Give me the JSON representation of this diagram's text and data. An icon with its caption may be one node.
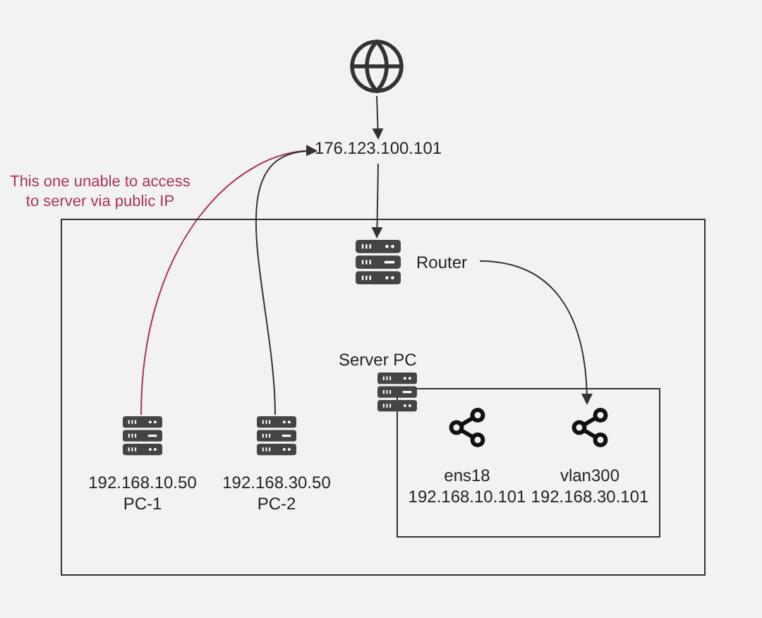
{
  "diagram": {
    "nodes": [
      {
        "text": [],
        "shape": "globe"
      },
      {
        "text": [
          "176.123.100.101"
        ]
      },
      {
        "text": [],
        "shape": "box"
      },
      {
        "text": [
          "Router"
        ],
        "in": 2
      },
      {
        "text": [
          "192.168.10.50",
          "PC-1"
        ],
        "in": 2
      },
      {
        "text": [
          "192.168.30.50",
          "PC-2"
        ],
        "in": 2
      },
      {
        "text": [
          "Server PC"
        ],
        "in": 2
      },
      {
        "text": [
          "ens18",
          "192.168.10.101"
        ],
        "in": 6
      },
      {
        "text": [
          "vlan300",
          "192.168.30.101"
        ],
        "in": 6
      }
    ],
    "edges": [
      {
        "from": 0,
        "to": 1,
        "arrow": "to"
      },
      {
        "from": 1,
        "to": 3,
        "arrow": "to"
      },
      {
        "from": 4,
        "to": 1,
        "arrow": "to",
        "color": "#a8325a",
        "label": "This one unable to access to server via public IP"
      },
      {
        "from": 5,
        "to": 1,
        "arrow": "to"
      },
      {
        "from": 3,
        "to": 8,
        "arrow": "to"
      }
    ]
  }
}
